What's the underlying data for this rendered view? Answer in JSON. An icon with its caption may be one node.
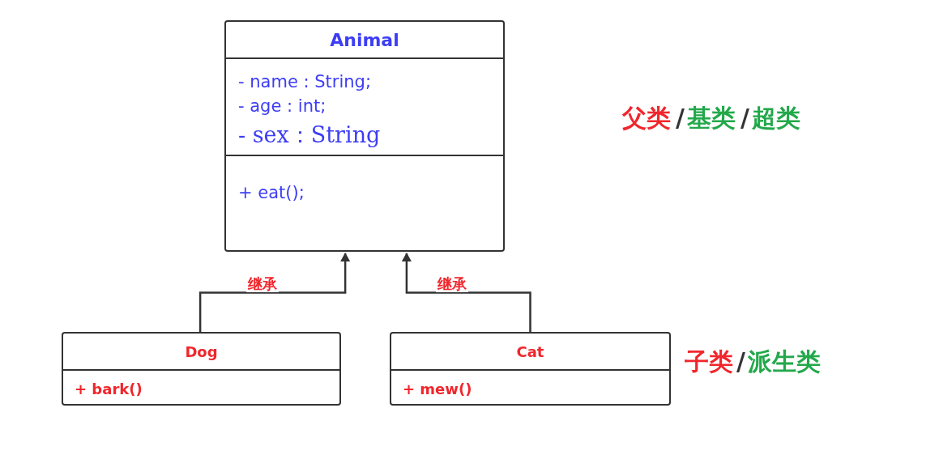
{
  "diagram": {
    "nodes": [
      {
        "text": [
          "Animal",
          "- name : String;",
          "- age : int;",
          "- sex：String",
          "+ eat();"
        ]
      },
      {
        "text": [
          "Dog",
          "+ bark()"
        ]
      },
      {
        "text": [
          "Cat",
          "+ mew()"
        ]
      }
    ],
    "edges": [
      {
        "from": 1,
        "to": 0,
        "arrow": "to",
        "label": "继承"
      },
      {
        "from": 2,
        "to": 0,
        "arrow": "to",
        "label": "继承"
      }
    ],
    "labels": [
      "父类",
      "/",
      "基类",
      "/",
      "超类",
      "子类",
      "/",
      "派生类"
    ]
  }
}
